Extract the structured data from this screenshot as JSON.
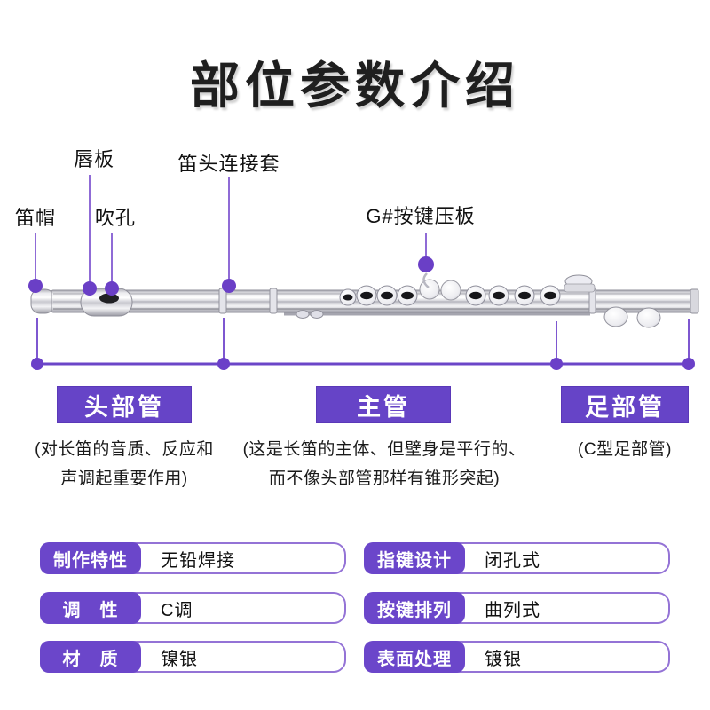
{
  "title": "部位参数介绍",
  "colors": {
    "accent_purple": "#6644C7",
    "pill_purple": "#6B46CA",
    "bracket_line": "#7E57D0",
    "leader_line": "#8F6BD6",
    "marker_dot": "#6A3FC6",
    "spec_border": "#9473D6",
    "text": "#1A1A1A"
  },
  "part_labels": [
    {
      "text": "唇板"
    },
    {
      "text": "笛头连接套"
    },
    {
      "text": "笛帽"
    },
    {
      "text": "吹孔"
    },
    {
      "text": "G#按键压板"
    }
  ],
  "sections": [
    {
      "label": "头部管",
      "desc_lines": [
        "(对长笛的音质、反应和",
        "声调起重要作用)"
      ]
    },
    {
      "label": "主管",
      "desc_lines": [
        "(这是长笛的主体、但壁身是平行的、",
        "而不像头部管那样有锥形突起)"
      ]
    },
    {
      "label": "足部管",
      "desc_lines": [
        "(C型足部管)"
      ]
    }
  ],
  "specs": {
    "left": [
      {
        "label": "制作特性",
        "value": "无铅焊接"
      },
      {
        "label": "调　性",
        "value": "C调"
      },
      {
        "label": "材　质",
        "value": "镍银"
      }
    ],
    "right": [
      {
        "label": "指键设计",
        "value": "闭孔式"
      },
      {
        "label": "按键排列",
        "value": "曲列式"
      },
      {
        "label": "表面处理",
        "value": "镀银"
      }
    ]
  }
}
